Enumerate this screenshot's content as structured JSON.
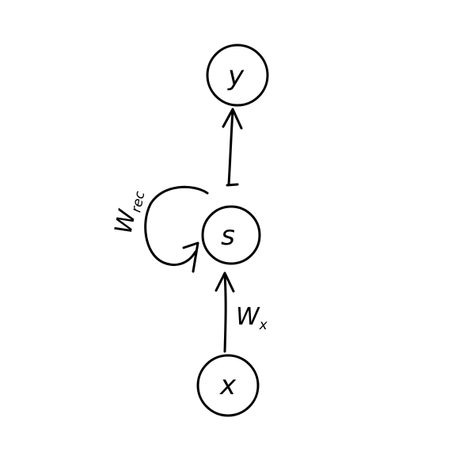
{
  "diagram": {
    "nodes": {
      "y": {
        "label": "y"
      },
      "s": {
        "label": "s"
      },
      "x": {
        "label": "x"
      }
    },
    "edges": {
      "x_to_s": {
        "label": "W",
        "subscript": "x"
      },
      "s_to_s": {
        "label": "W",
        "subscript": "rec"
      },
      "s_to_y": {}
    },
    "colors": {
      "ink": "#000000",
      "background": "#ffffff"
    }
  }
}
